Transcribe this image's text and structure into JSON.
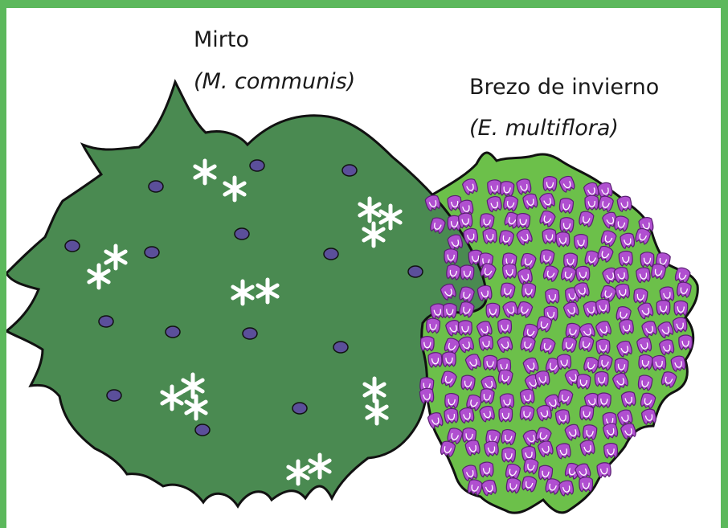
{
  "colors": {
    "frame": "#5cb85c",
    "myrtle_fill": "#4a8a51",
    "heather_fill": "#6cc04a",
    "outline": "#111111",
    "myrtle_berry": "#5b4f9a",
    "myrtle_flower": "#ffffff",
    "heather_flower": "#b04fd0"
  },
  "icons": {
    "myrtle_berry": "berry-icon",
    "myrtle_flower": "asterisk-flower-icon",
    "heather_flower": "bell-flower-icon"
  },
  "species": [
    {
      "id": "myrtle",
      "common_name": "Mirto",
      "scientific_name": "(M. communis)"
    },
    {
      "id": "heather",
      "common_name": "Brezo de invierno",
      "scientific_name": "(E. multiflora)"
    }
  ]
}
